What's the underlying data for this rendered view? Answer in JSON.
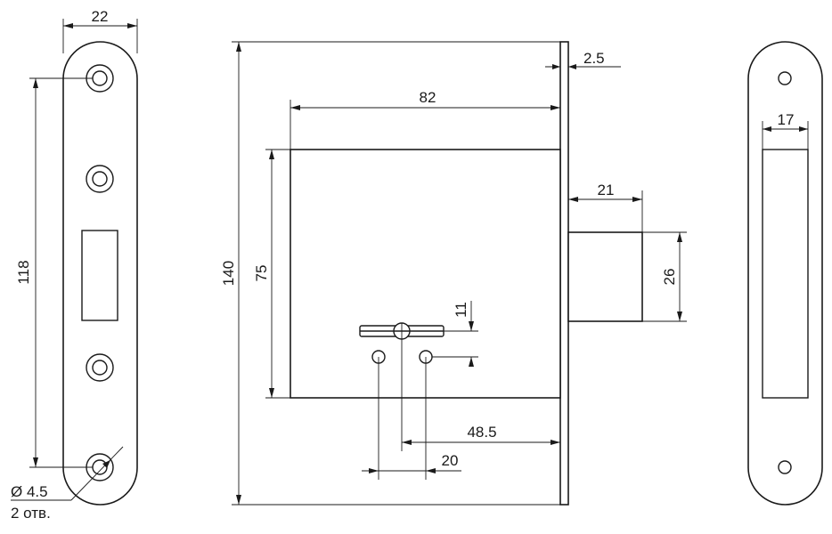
{
  "front_plate": {
    "width_dim": "22",
    "hole_spacing_dim": "118",
    "hole_diameter_dim": "Ø 4.5",
    "hole_count_note": "2 отв."
  },
  "lock_body": {
    "overall_height_dim": "140",
    "faceplate_thickness_dim": "2.5",
    "body_depth_dim": "82",
    "body_height_dim": "75",
    "bolt_projection_dim": "21",
    "bolt_height_dim": "26",
    "keyhole_offset_dim": "11",
    "backset_dim": "48.5",
    "pin_spacing_dim": "20"
  },
  "strike_plate": {
    "opening_width_dim": "17"
  }
}
